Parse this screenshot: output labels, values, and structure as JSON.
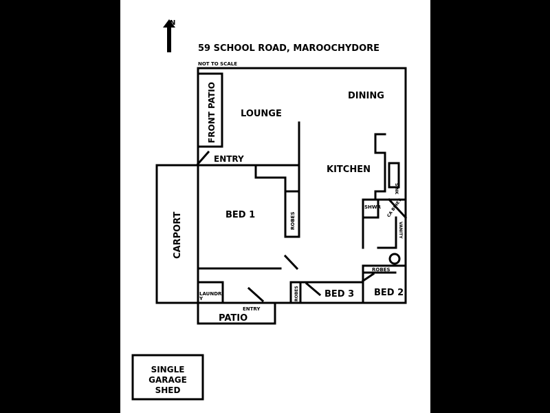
{
  "title": "59 SCHOOL ROAD, MAROOCHYDORE",
  "scale_note": "NOT TO SCALE",
  "north_label": "N",
  "rooms": {
    "front_patio": "FRONT PATIO",
    "lounge": "LOUNGE",
    "dining": "DINING",
    "entry": "ENTRY",
    "kitchen": "KITCHEN",
    "sink": "SINK",
    "shwr": "SHWR",
    "cabinet": "CA BINET",
    "vanity": "VANITY",
    "robes_bed2": "ROBES",
    "robes_bed1": "ROBES",
    "robes_bed3": "ROBES",
    "bed1": "BED 1",
    "bed2": "BED 2",
    "bed3": "BED 3",
    "carport": "CARPORT",
    "laundry_1": "LAUNDR",
    "laundry_2": "Y",
    "patio": "PATIO",
    "rear_entry": "ENTRY"
  },
  "shed": {
    "line1": "SINGLE",
    "line2": "GARAGE",
    "line3": "SHED"
  }
}
